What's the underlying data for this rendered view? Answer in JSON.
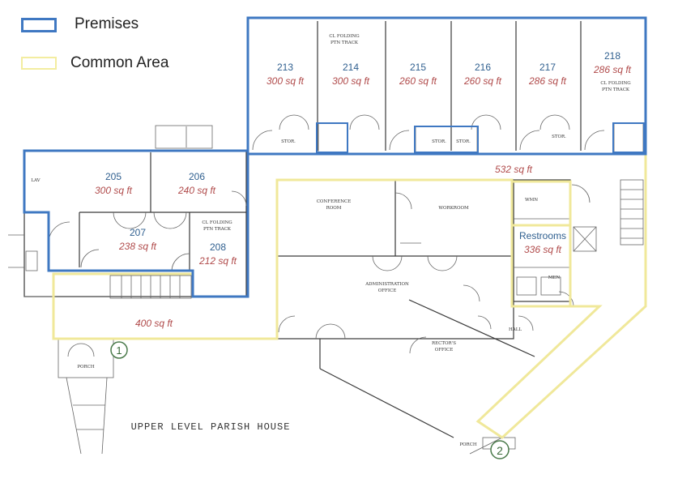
{
  "legend": {
    "premises": {
      "label": "Premises",
      "color": "#3f78c2"
    },
    "common": {
      "label": "Common Area",
      "color": "#f3eda0"
    }
  },
  "rooms": {
    "r213": {
      "number": "213",
      "area": "300 sq ft"
    },
    "r214": {
      "number": "214",
      "area": "300 sq ft"
    },
    "r215": {
      "number": "215",
      "area": "260 sq ft"
    },
    "r216": {
      "number": "216",
      "area": "260 sq ft"
    },
    "r217": {
      "number": "217",
      "area": "286 sq ft"
    },
    "r218": {
      "number": "218",
      "area": "286 sq ft"
    },
    "r205": {
      "number": "205",
      "area": "300 sq ft"
    },
    "r206": {
      "number": "206",
      "area": "240 sq ft"
    },
    "r207": {
      "number": "207",
      "area": "238 sq ft"
    },
    "r208": {
      "number": "208",
      "area": "212 sq ft"
    }
  },
  "common_areas": {
    "hall_upper": "532 sq ft",
    "restrooms_label": "Restrooms",
    "restrooms_area": "336 sq ft",
    "hall_lower": "400 sq ft"
  },
  "entrances": {
    "e1": "1",
    "e2": "2"
  },
  "plan_title": "UPPER LEVEL PARISH HOUSE",
  "plan_labels": {
    "conference": "CONFERENCE",
    "conference_room": "ROOM",
    "workroom": "WORKROOM",
    "administration": "ADMINISTRATION",
    "office": "OFFICE",
    "rectors": "RECTOR'S",
    "rectors_office": "OFFICE",
    "wmn": "WMN",
    "men": "MEN",
    "hall": "HALL",
    "porch": "PORCH",
    "porch2": "PORCH",
    "folding_trk": "CL FOLDING",
    "folding_trk2": "PTN TRACK",
    "stor": "STOR.",
    "lav": "LAV"
  },
  "colors": {
    "premises_outline": "#3f78c2",
    "common_outline": "#f0e89a",
    "room_number": "#2f5f8f",
    "room_area": "#b04a4a"
  }
}
